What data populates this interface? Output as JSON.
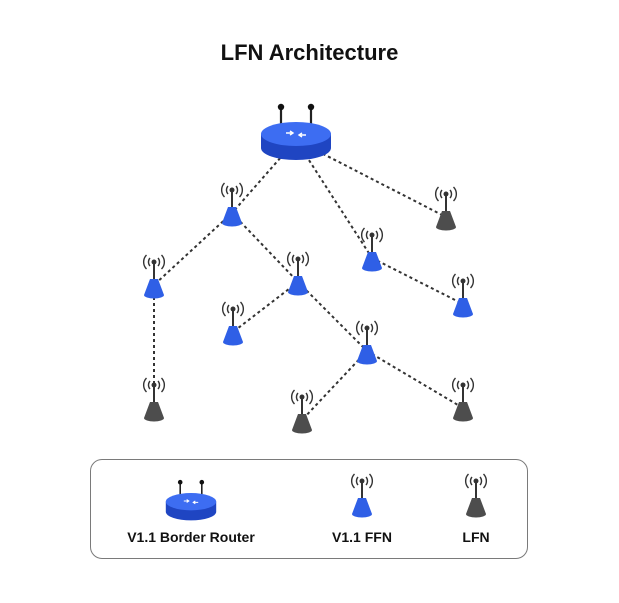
{
  "title": "LFN Architecture",
  "colors": {
    "ffn": "#2f5fe6",
    "lfn": "#4d4d4d",
    "router": "#2f5fe6",
    "link": "#333333"
  },
  "nodes": [
    {
      "id": "root",
      "type": "router"
    },
    {
      "id": "f1",
      "type": "ffn"
    },
    {
      "id": "f2",
      "type": "ffn"
    },
    {
      "id": "f3",
      "type": "ffn"
    },
    {
      "id": "f4",
      "type": "ffn"
    },
    {
      "id": "f5",
      "type": "ffn"
    },
    {
      "id": "f6",
      "type": "ffn"
    },
    {
      "id": "f7",
      "type": "ffn"
    },
    {
      "id": "l1",
      "type": "lfn"
    },
    {
      "id": "l2",
      "type": "lfn"
    },
    {
      "id": "l3",
      "type": "lfn"
    },
    {
      "id": "l4",
      "type": "lfn"
    }
  ],
  "links": [
    [
      "root",
      "f1"
    ],
    [
      "root",
      "f2"
    ],
    [
      "root",
      "l1"
    ],
    [
      "f1",
      "f3"
    ],
    [
      "f1",
      "f4"
    ],
    [
      "f3",
      "l2"
    ],
    [
      "f4",
      "f5"
    ],
    [
      "f4",
      "f6"
    ],
    [
      "f6",
      "l3"
    ],
    [
      "f6",
      "l4"
    ],
    [
      "f2",
      "f7"
    ]
  ],
  "legend": {
    "router_label": "V1.1 Border Router",
    "ffn_label": "V1.1 FFN",
    "lfn_label": "LFN"
  }
}
